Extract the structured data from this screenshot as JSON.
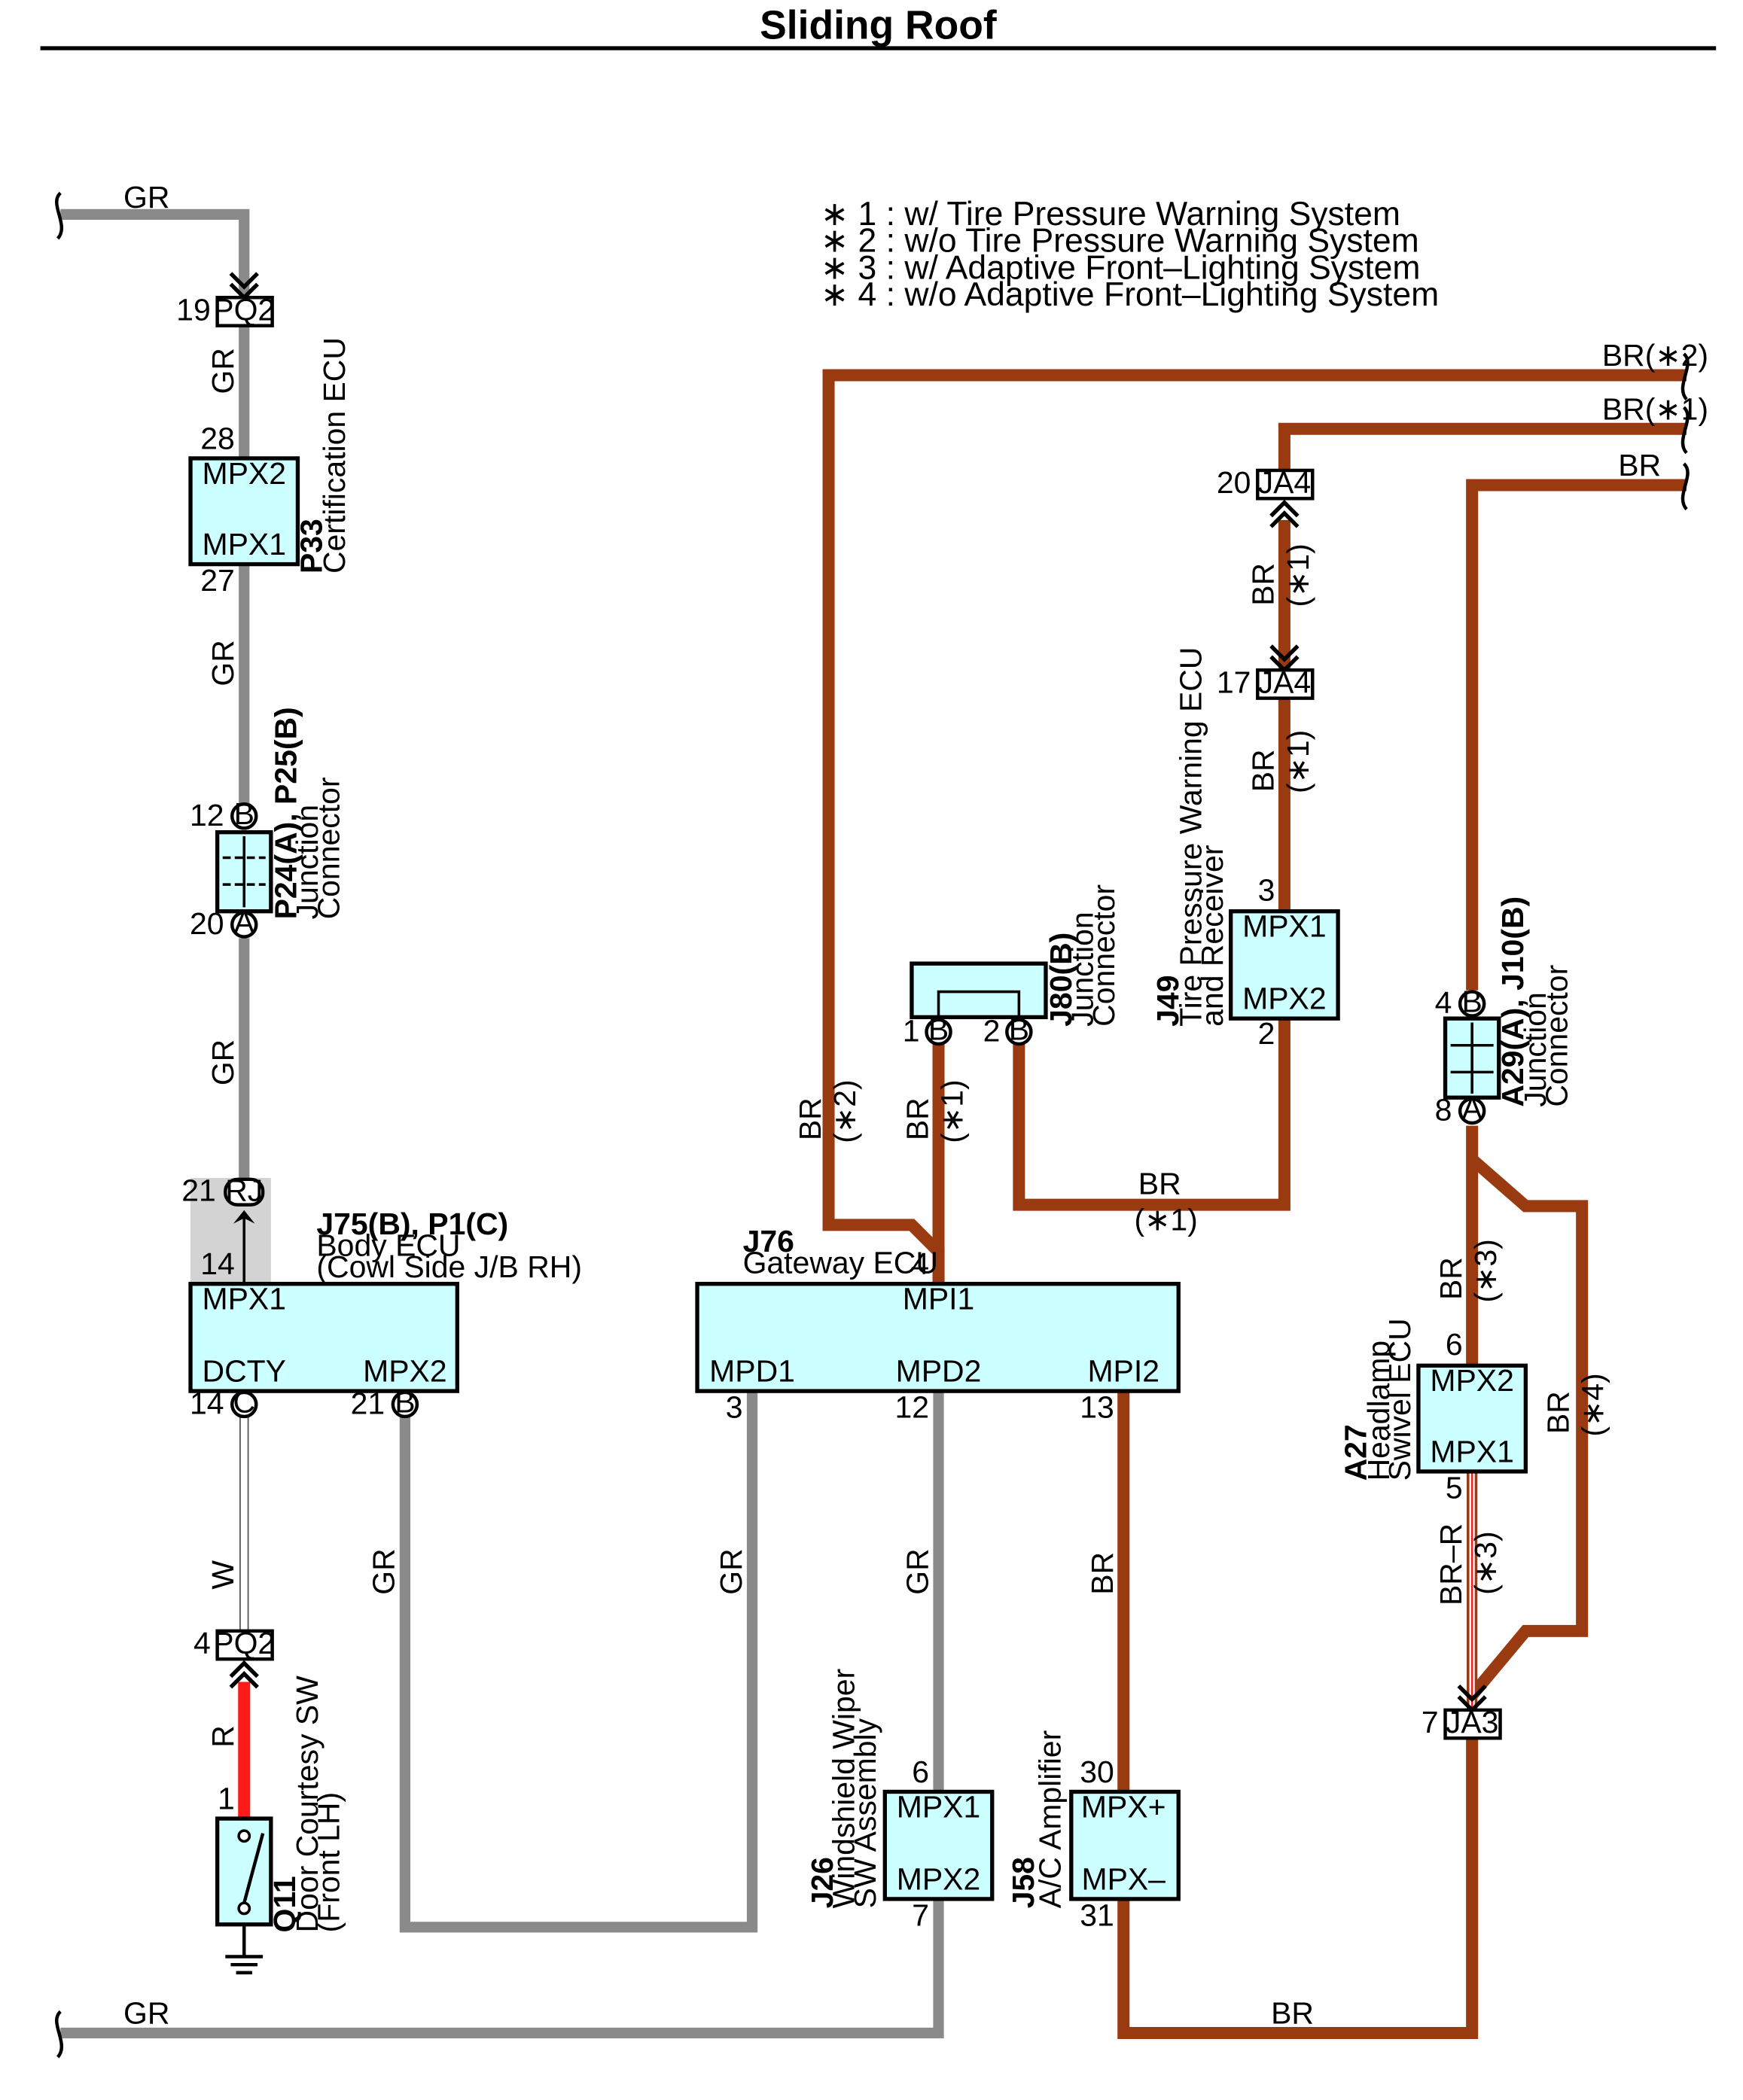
{
  "title": "Sliding Roof",
  "colors": {
    "GR": "#8a8a8a",
    "BR": "#9a3a10",
    "R": "#ff1a1a",
    "W": "#ffffff",
    "box_fill": "#ccffff",
    "shade": "#d3d3d3"
  },
  "notes": [
    "∗ 1 : w/ Tire Pressure Warning System",
    "∗ 2 : w/o Tire Pressure Warning System",
    "∗ 3 : w/ Adaptive Front–Lighting System",
    "∗ 4 : w/o Adaptive Front–Lighting System"
  ],
  "wire_labels": {
    "gr_top": "GR",
    "gr_bottom": "GR",
    "gr_1": "GR",
    "gr_2": "GR",
    "gr_3": "GR",
    "gr_body": "GR",
    "gr_mpd1": "GR",
    "gr_mpd2": "GR",
    "w": "W",
    "r": "R",
    "br_star2_right": "BR(∗2)",
    "br_star1_right": "BR(∗1)",
    "br_right": "BR",
    "br_j76_left": "BR",
    "br_j76_left_note": "(∗2)",
    "br_j76_mid": "BR",
    "br_j76_mid_note": "(∗1)",
    "br_j80_bottom": "BR",
    "br_j80_bottom_note": "(∗1)",
    "br_ja4_a": "BR",
    "br_ja4_a_note": "(∗1)",
    "br_ja4_b": "BR",
    "br_ja4_b_note": "(∗1)",
    "br_a27_top": "BR",
    "br_a27_top_note": "(∗3)",
    "br_loop": "BR",
    "br_loop_note": "(∗4)",
    "brr": "BR–R",
    "brr_note": "(∗3)",
    "br_mpi2": "BR",
    "br_bottom": "BR"
  },
  "connectors": {
    "pq2_top": {
      "code": "PQ2",
      "pin": "19"
    },
    "pq2_bottom": {
      "code": "PQ2",
      "pin": "4"
    },
    "ja4_top": {
      "code": "JA4",
      "pin": "20"
    },
    "ja4_bottom": {
      "code": "JA4",
      "pin": "17"
    },
    "ja3": {
      "code": "JA3",
      "pin": "7"
    }
  },
  "components": {
    "p33": {
      "code": "P33",
      "name": "Certification ECU",
      "top_terminal": "MPX2",
      "bottom_terminal": "MPX1",
      "top_pin": "28",
      "bottom_pin": "27"
    },
    "p24": {
      "code": "P24(A), P25(B)",
      "name_line1": "Junction",
      "name_line2": "Connector",
      "top_pin": "12",
      "top_letter": "B",
      "bottom_pin": "20",
      "bottom_letter": "A"
    },
    "j75": {
      "code": "J75(B), P1(C)",
      "name_line1": "Body ECU",
      "name_line2": "(Cowl Side J/B RH)",
      "rj_pin": "21",
      "rj_label": "RJ",
      "top_pin": "14",
      "top_terminal": "MPX1",
      "left_terminal": "DCTY",
      "right_terminal": "MPX2",
      "left_pin": "14",
      "left_letter": "C",
      "right_pin": "21",
      "right_letter": "B"
    },
    "q11": {
      "code": "Q11",
      "name_line1": "Door Courtesy SW",
      "name_line2": "(Front LH)",
      "pin": "1"
    },
    "j76": {
      "code": "J76",
      "name": "Gateway ECU",
      "top_terminal": "MPI1",
      "top_pin": "4",
      "b1_terminal": "MPD1",
      "b1_pin": "3",
      "b2_terminal": "MPD2",
      "b2_pin": "12",
      "b3_terminal": "MPI2",
      "b3_pin": "13"
    },
    "j80": {
      "code": "J80(B)",
      "name_line1": "Junction",
      "name_line2": "Connector",
      "pin1": "1",
      "pin2": "2",
      "letter": "B"
    },
    "j49": {
      "code": "J49",
      "name_line1": "Tire Pressure Warning ECU",
      "name_line2": "and Receiver",
      "top_terminal": "MPX1",
      "bottom_terminal": "MPX2",
      "top_pin": "3",
      "bottom_pin": "2"
    },
    "a29": {
      "code": "A29(A), J10(B)",
      "name_line1": "Junction",
      "name_line2": "Connector",
      "top_pin": "4",
      "top_letter": "B",
      "bottom_pin": "8",
      "bottom_letter": "A"
    },
    "a27": {
      "code": "A27",
      "name_line1": "Headlamp",
      "name_line2": "Swivel ECU",
      "top_terminal": "MPX2",
      "bottom_terminal": "MPX1",
      "top_pin": "6",
      "bottom_pin": "5"
    },
    "j26": {
      "code": "J26",
      "name_line1": "Windshield Wiper",
      "name_line2": "SW Assembly",
      "top_terminal": "MPX1",
      "bottom_terminal": "MPX2",
      "top_pin": "6",
      "bottom_pin": "7"
    },
    "j58": {
      "code": "J58",
      "name": "A/C Amplifier",
      "top_terminal": "MPX+",
      "bottom_terminal": "MPX–",
      "top_pin": "30",
      "bottom_pin": "31"
    }
  }
}
